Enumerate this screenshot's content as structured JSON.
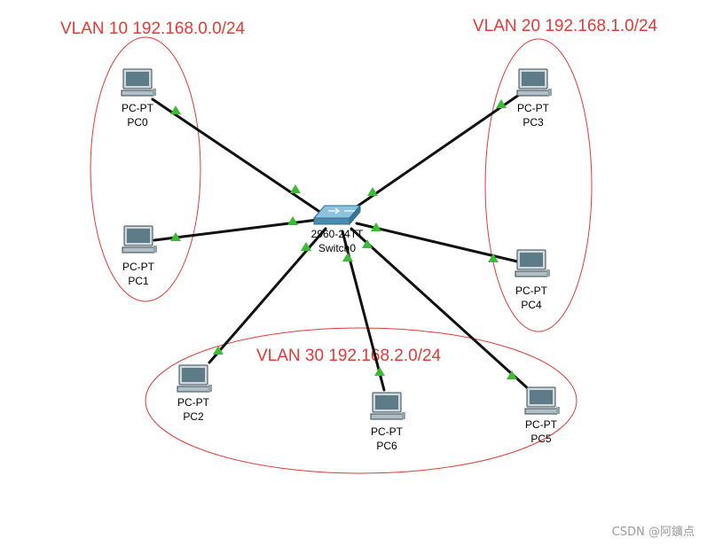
{
  "colors": {
    "vlan_ellipse": "#e53935",
    "vlan_label": "#e53935",
    "link": "#111111",
    "link_status_up": "#3dbb34",
    "switch_body": "#4a8cb0"
  },
  "vlans": [
    {
      "id": "vlan10",
      "label": "VLAN 10 192.168.0.0/24"
    },
    {
      "id": "vlan20",
      "label": "VLAN 20 192.168.1.0/24"
    },
    {
      "id": "vlan30",
      "label": "VLAN 30 192.168.2.0/24"
    }
  ],
  "switch": {
    "model": "2960-24TT",
    "name": "Switch0",
    "icon": "switch-icon"
  },
  "pcs": [
    {
      "id": "pc0",
      "model": "PC-PT",
      "name": "PC0",
      "icon": "pc-icon"
    },
    {
      "id": "pc1",
      "model": "PC-PT",
      "name": "PC1",
      "icon": "pc-icon"
    },
    {
      "id": "pc2",
      "model": "PC-PT",
      "name": "PC2",
      "icon": "pc-icon"
    },
    {
      "id": "pc3",
      "model": "PC-PT",
      "name": "PC3",
      "icon": "pc-icon"
    },
    {
      "id": "pc4",
      "model": "PC-PT",
      "name": "PC4",
      "icon": "pc-icon"
    },
    {
      "id": "pc5",
      "model": "PC-PT",
      "name": "PC5",
      "icon": "pc-icon"
    },
    {
      "id": "pc6",
      "model": "PC-PT",
      "name": "PC6",
      "icon": "pc-icon"
    }
  ],
  "watermark": "CSDN @阿鑛点"
}
